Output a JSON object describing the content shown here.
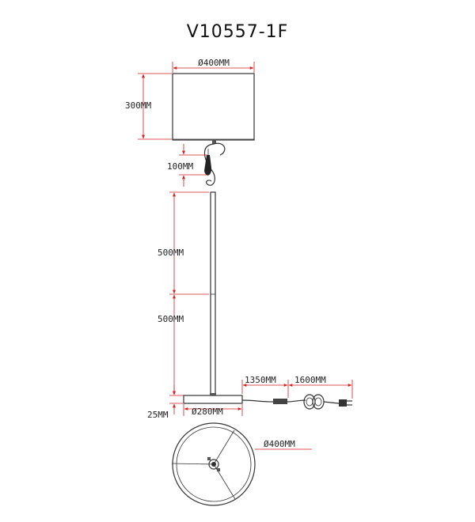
{
  "title": "V10557-1F",
  "dimensions": {
    "shade_diameter": "Ø400MM",
    "shade_height": "300MM",
    "hook_height": "100MM",
    "upper_pole": "500MM",
    "lower_pole": "500MM",
    "base_height": "25MM",
    "base_diameter": "Ø280MM",
    "cord_to_switch": "1350MM",
    "cord_to_plug": "1600MM",
    "top_view_diameter": "Ø400MM"
  },
  "colors": {
    "outline": "#333333",
    "dimension_line": "#d21f1f"
  },
  "icons": [
    "cord-switch-icon",
    "plug-icon",
    "coiled-cord-icon"
  ]
}
